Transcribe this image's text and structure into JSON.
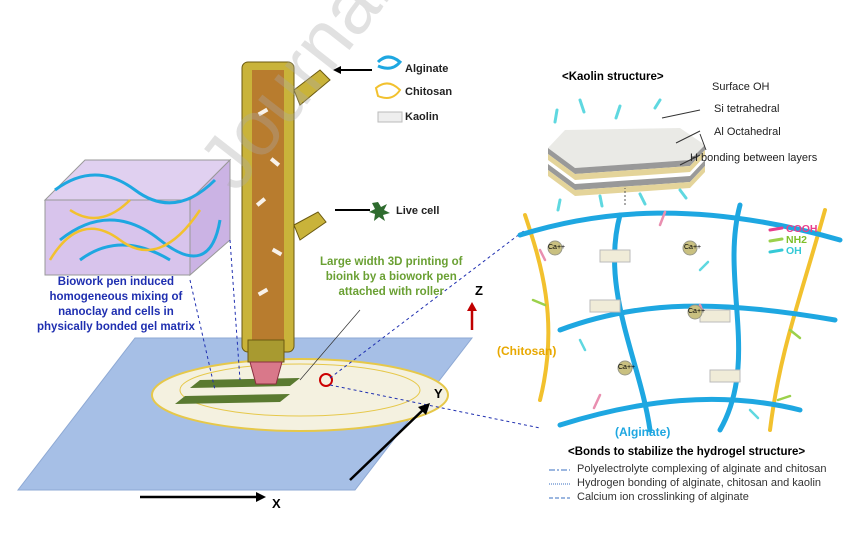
{
  "watermark": "Journal Pre-proof",
  "components": {
    "alginate": "Alginate",
    "chitosan": "Chitosan",
    "kaolin": "Kaolin",
    "live_cell": "Live cell"
  },
  "pen_caption": [
    "Large width 3D printing of",
    "bioink by a biowork pen",
    "attached with roller"
  ],
  "matrix_caption": [
    "Biowork pen induced",
    "homogeneous mixing of",
    "nanoclay and cells in",
    "physically bonded gel matrix"
  ],
  "axes": {
    "x": "X",
    "y": "Y",
    "z": "Z"
  },
  "kaolin": {
    "title": "<Kaolin  structure>",
    "labels": [
      "Surface OH",
      "Si tetrahedral",
      "Al Octahedral",
      "H bonding between layers"
    ]
  },
  "network": {
    "chitosan_label": "(Chitosan)",
    "alginate_label": "(Alginate)",
    "ion": "Ca++",
    "legend": [
      {
        "label": "COOH",
        "color": "#e83e8c"
      },
      {
        "label": "NH2",
        "color": "#9bd14b"
      },
      {
        "label": "OH",
        "color": "#35c9d6"
      }
    ]
  },
  "bonds": {
    "title": "<Bonds to stabilize the hydrogel structure>",
    "items": [
      {
        "style": "dashdot",
        "label": "Polyelectrolyte complexing of alginate and chitosan"
      },
      {
        "style": "dotted",
        "label": "Hydrogen bonding of alginate, chitosan and kaolin"
      },
      {
        "style": "dashed",
        "label": "Calcium ion crosslinking of alginate"
      }
    ]
  },
  "colors": {
    "alginate": "#1ea7e1",
    "chitosan": "#f2c12e",
    "platform": "#a6bfe6",
    "axis_z": "#c00000"
  }
}
